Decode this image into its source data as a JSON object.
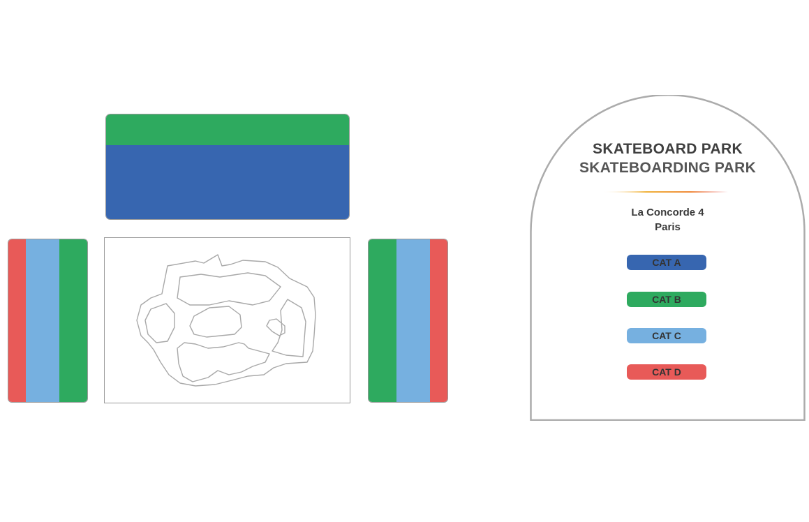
{
  "map": {
    "top_stand": {
      "bands": [
        "#2eaa5f",
        "#3766b0"
      ]
    },
    "left_stand": {
      "segments": [
        "#e85a58",
        "#76b0e0",
        "#2eaa5f"
      ]
    },
    "right_stand": {
      "segments": [
        "#2eaa5f",
        "#76b0e0",
        "#e85a58"
      ]
    }
  },
  "legend": {
    "title_line1": "SKATEBOARD PARK",
    "title_line2": "SKATEBOARDING PARK",
    "venue": "La Concorde 4",
    "city": "Paris",
    "categories": [
      {
        "label": "CAT A",
        "color": "#3766b0"
      },
      {
        "label": "CAT B",
        "color": "#2eaa5f"
      },
      {
        "label": "CAT C",
        "color": "#76b0e0"
      },
      {
        "label": "CAT D",
        "color": "#e85a58"
      }
    ]
  }
}
